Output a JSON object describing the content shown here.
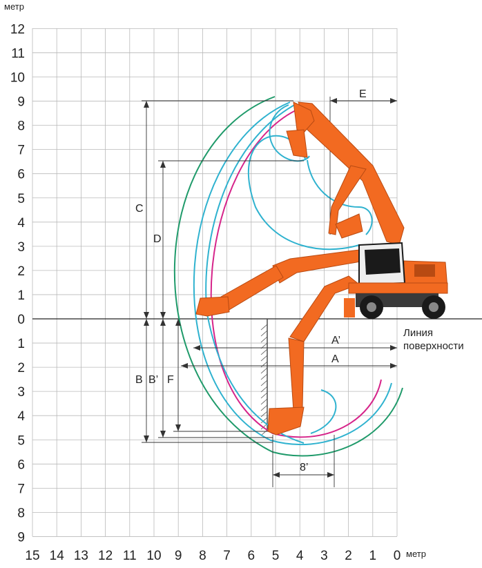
{
  "axis": {
    "y_unit": "метр",
    "x_unit": "метр",
    "y_up_labels": [
      "12",
      "11",
      "10",
      "9",
      "8",
      "7",
      "6",
      "5",
      "4",
      "3",
      "2",
      "1",
      "0"
    ],
    "y_down_labels": [
      "1",
      "2",
      "3",
      "4",
      "5",
      "6",
      "7",
      "8",
      "9"
    ],
    "x_labels": [
      "15",
      "14",
      "13",
      "12",
      "11",
      "10",
      "9",
      "8",
      "7",
      "6",
      "5",
      "4",
      "3",
      "2",
      "1",
      "0"
    ]
  },
  "ground": {
    "line1": "Линия",
    "line2": "поверхности"
  },
  "dimensions": {
    "c": "C",
    "d": "D",
    "e": "E",
    "b": "B",
    "b_prime": "B’",
    "f": "F",
    "a": "A",
    "a_prime": "A’",
    "eight": "8’"
  },
  "colors": {
    "machine": "#f26a21",
    "machine_dark": "#b84a12",
    "cab": "#1a1a1a",
    "arc_green": "#1f9a6a",
    "arc_magenta": "#d6248a",
    "arc_cyan": "#2fb2cf",
    "grid": "#b9b9b9"
  }
}
